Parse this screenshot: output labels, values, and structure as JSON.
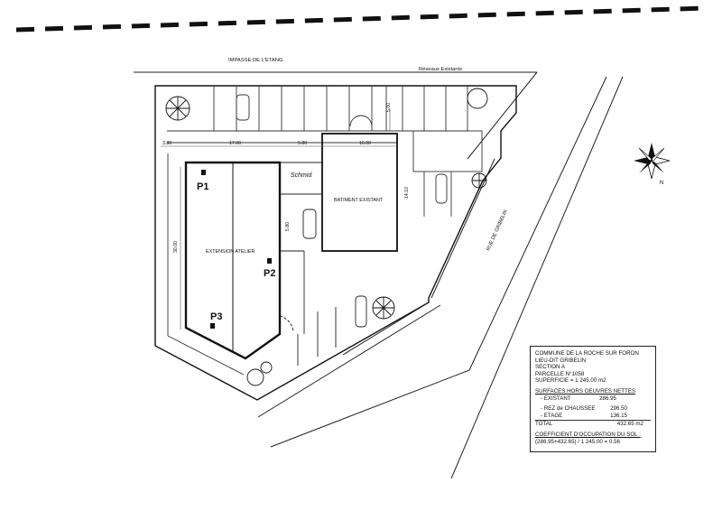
{
  "streets": {
    "top_left": "IMPASSE DE L'ETANG",
    "top_right": "Réseaux Existants",
    "right_road": "RUE DE GRIBELIN"
  },
  "buildings": {
    "extension": "EXTENSION ATELIER",
    "existing": "BATIMENT EXISTANT"
  },
  "points": [
    "P1",
    "P2",
    "P3"
  ],
  "signature": "Schmid",
  "dimensions": {
    "d_380": "3.80",
    "d_1700": "17.00",
    "d_580": "5.80",
    "d_1600": "16.00",
    "d_500": "5.00",
    "d_1410": "14.10",
    "d_3000": "30.00",
    "d_580b": "5.80"
  },
  "legend": {
    "commune": "COMMUNE DE LA ROCHE SUR FORON",
    "lieu_dit": "LIEU-DIT GRIBELIN",
    "section": "SECTION A",
    "parcelle": "PARCELLE N°1058",
    "superficie": "SUPERFICIE = 1 245.00 m2",
    "surfaces_title": "SURFACES HORS OEUVRES NETTES",
    "existant_label": "- EXISTANT",
    "existant_val": "286.95",
    "rdc_label": "- REZ de CHAUSSEE",
    "rdc_val": "296.50",
    "etage_label": "- ETAGE",
    "etage_val": "136.15",
    "total_label": "TOTAL",
    "total_val": "432.65 m2",
    "coef_title": "COEFFICIENT D'OCCUPATION DU SOL :",
    "coef_formula": "(286.95+432.65) / 1 245.00 = 0.56"
  },
  "north_label": "N"
}
